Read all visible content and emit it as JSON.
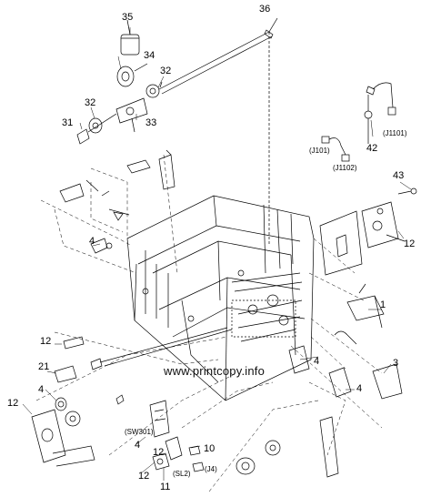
{
  "callouts": {
    "n35": "35",
    "n36": "36",
    "n34": "34",
    "n32a": "32",
    "n32b": "32",
    "n31": "31",
    "n33": "33",
    "n42": "42",
    "n43": "43",
    "n12a": "12",
    "n4a": "4",
    "n1": "1",
    "n12b": "12",
    "n21": "21",
    "n4b": "4",
    "n4c": "4",
    "n3": "3",
    "n4d": "4",
    "n12c": "12",
    "n4e": "4",
    "n10": "10",
    "n12d": "12",
    "n12e": "12",
    "n11": "11"
  },
  "connectors": {
    "j1101": "(J1101)",
    "j101": "(J101)",
    "j1102": "(J1102)",
    "sw301": "(SW301)",
    "sl2": "(SL2)",
    "j4": "(J4)"
  },
  "watermark": "www.printcopy.info"
}
